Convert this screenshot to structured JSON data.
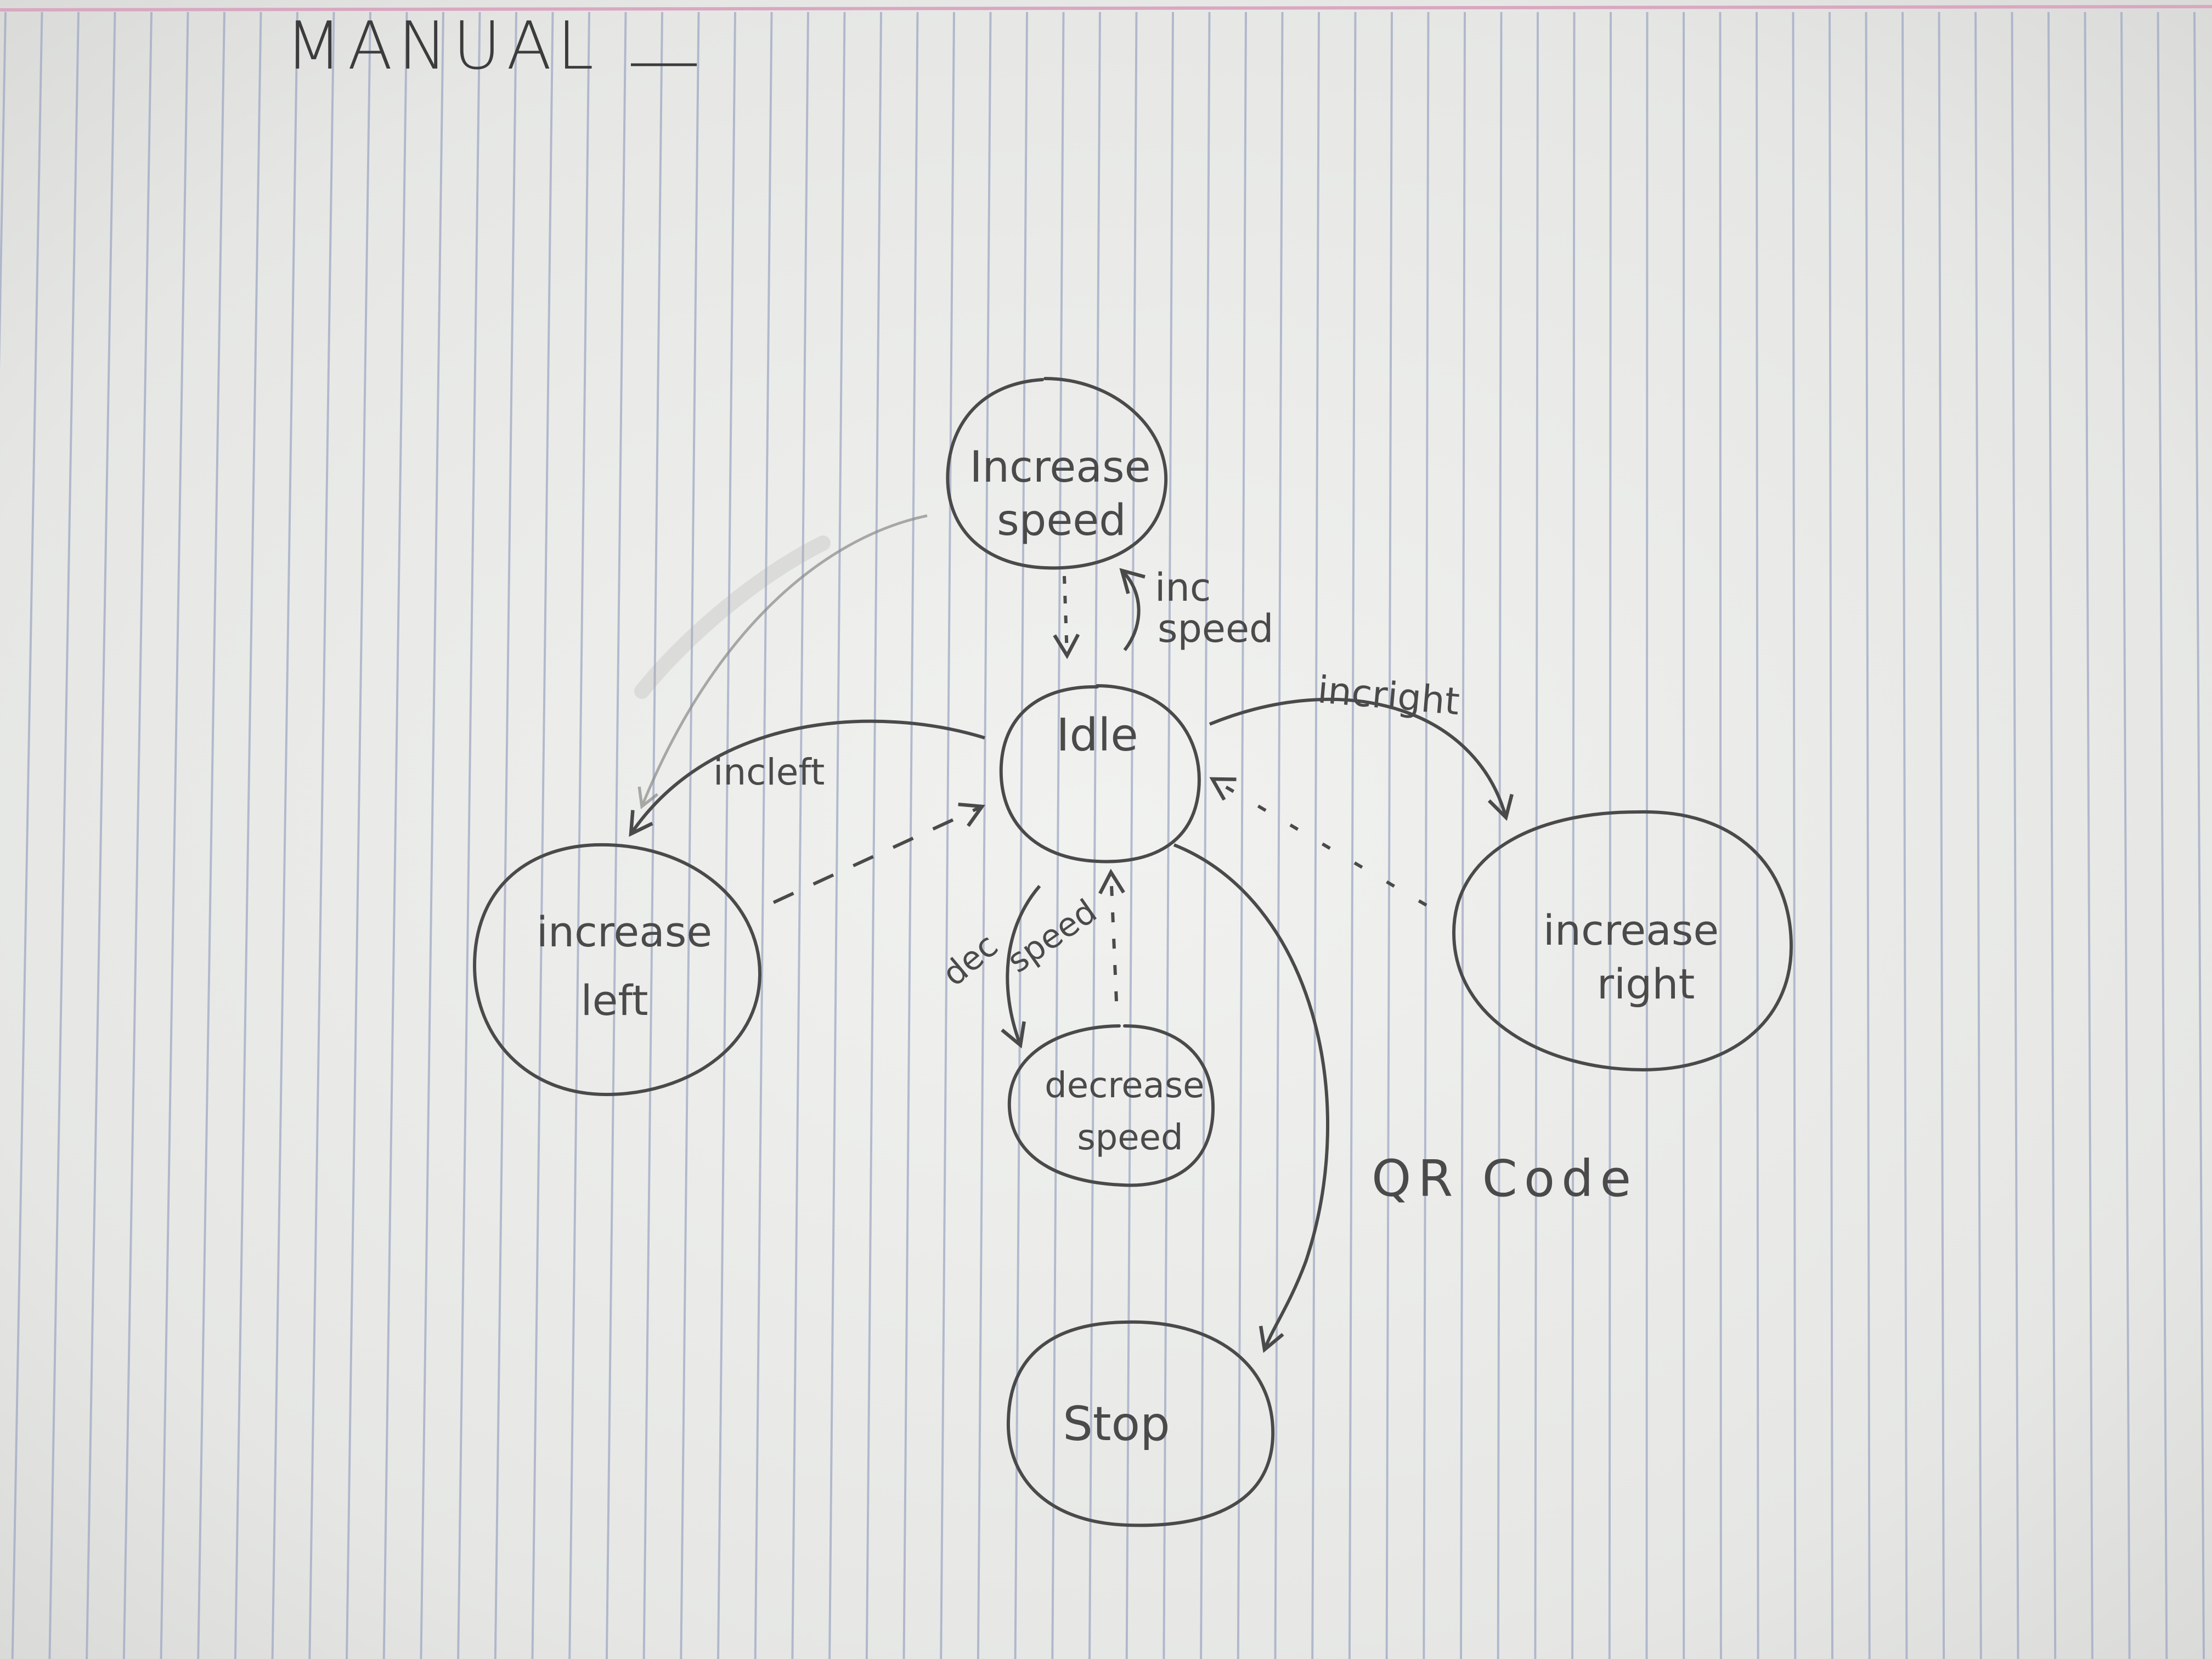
{
  "title": "MANUAL",
  "states": {
    "increase_speed": [
      "Increase",
      "speed"
    ],
    "idle": [
      "Idle"
    ],
    "increase_left": [
      "increase",
      "left"
    ],
    "increase_right": [
      "increase",
      "right"
    ],
    "decrease_speed": [
      "decrease",
      "speed"
    ],
    "stop": [
      "Stop"
    ]
  },
  "transitions": {
    "inc_speed": [
      "inc",
      "speed"
    ],
    "inc_left": "incleft",
    "inc_right": "incright",
    "dec_speed": [
      "dec",
      "speed"
    ],
    "qr_code": "QR Code"
  },
  "colors": {
    "paper": "#e6e7e5",
    "rule_line": "#9fa9c3",
    "margin_line": "#d9a7c0",
    "pencil": "#4a4a4a"
  }
}
